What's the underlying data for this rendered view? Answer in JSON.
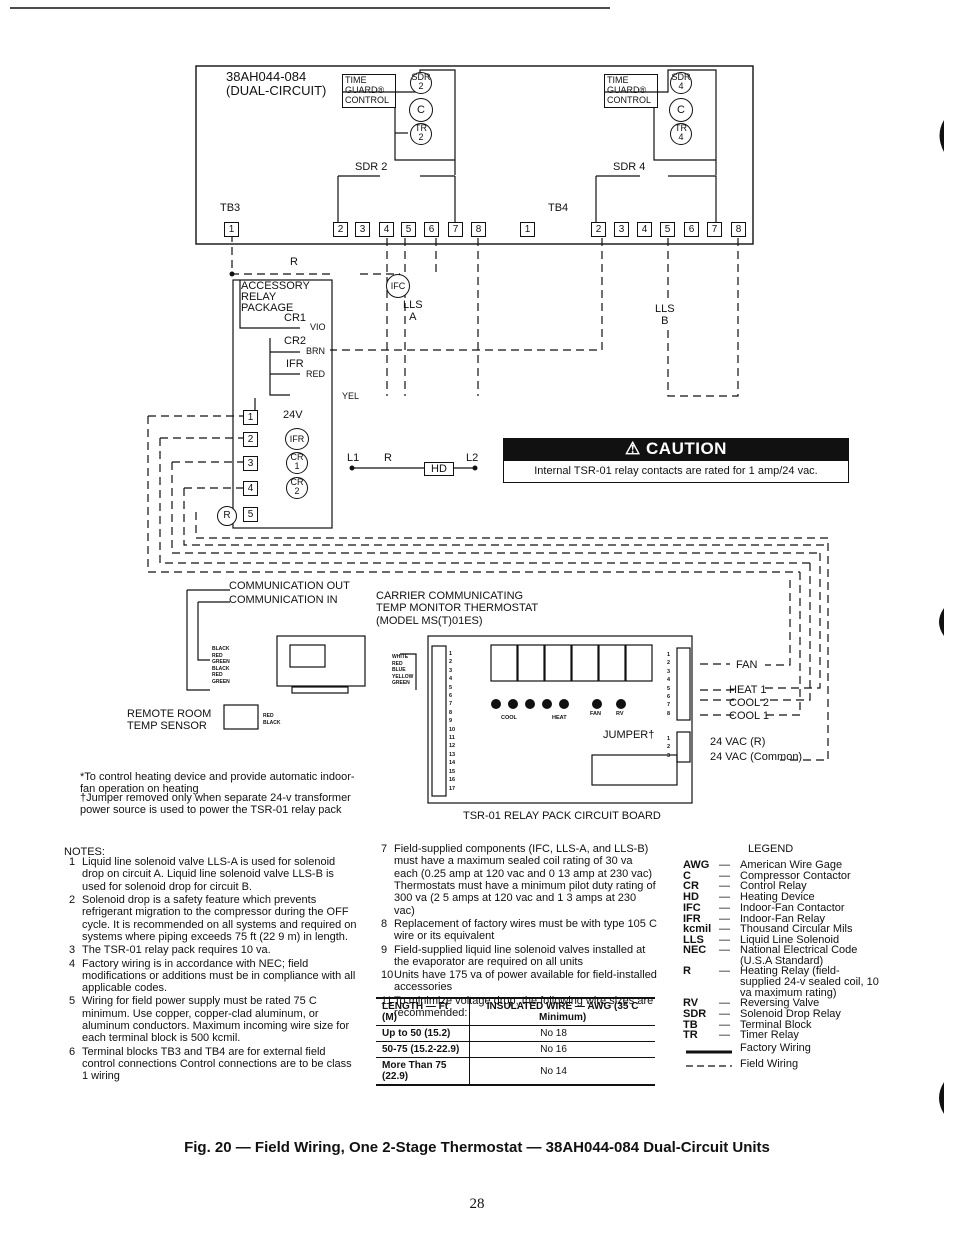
{
  "unit": {
    "model": "38AH044-084",
    "type": "(DUAL-CIRCUIT)"
  },
  "circuit_a": {
    "guard": [
      "TIME",
      "GUARD®",
      "CONTROL"
    ],
    "sdr": "SDR",
    "sdr_num": "2",
    "c": "C",
    "tr": "TR",
    "tr_num": "2",
    "sdr_label": "SDR 2",
    "tb": "TB3"
  },
  "circuit_b": {
    "guard": [
      "TIME",
      "GUARD®",
      "CONTROL"
    ],
    "sdr": "SDR",
    "sdr_num": "4",
    "c": "C",
    "tr": "TR",
    "tr_num": "4",
    "sdr_label": "SDR 4",
    "tb": "TB4"
  },
  "terminals": [
    "1",
    "2",
    "3",
    "4",
    "5",
    "6",
    "7",
    "8"
  ],
  "relay_package": {
    "title": [
      "ACCESSORY",
      "RELAY",
      "PACKAGE"
    ],
    "r": "R",
    "cr1": "CR1",
    "vio": "VIO",
    "cr2": "CR2",
    "brn": "BRN",
    "ifr": "IFR",
    "red": "RED",
    "yel": "YEL",
    "v24": "24V",
    "coils": [
      "IFR",
      "CR",
      "CR"
    ],
    "coil_nums": [
      "",
      "1",
      "2"
    ],
    "r_coil": "R",
    "tb_nums": [
      "1",
      "2",
      "3",
      "4",
      "5"
    ]
  },
  "ifc": "IFC",
  "lls_a": [
    "LLS",
    "A"
  ],
  "lls_b": [
    "LLS",
    "B"
  ],
  "heater": {
    "l1": "L1",
    "r": "R",
    "l2": "L2",
    "hd": "HD"
  },
  "caution": {
    "title": "⚠ CAUTION",
    "text": "Internal TSR-01 relay contacts are rated for 1 amp/24 vac."
  },
  "comm": {
    "out": "COMMUNICATION OUT",
    "in": "COMMUNICATION IN"
  },
  "thermostat": {
    "lines": [
      "CARRIER COMMUNICATING",
      "TEMP MONITOR THERMOSTAT",
      "(MODEL MS(T)01ES)"
    ]
  },
  "left_wires": [
    "BLACK",
    "RED",
    "GREEN",
    "BLACK",
    "RED",
    "GREEN"
  ],
  "mid_wires": [
    "WHITE",
    "RED",
    "BLUE",
    "YELLOW",
    "GREEN"
  ],
  "sensor": {
    "lines": [
      "REMOTE ROOM",
      "TEMP SENSOR"
    ],
    "wires": [
      "RED",
      "BLACK"
    ]
  },
  "relay_board": {
    "caption": "TSR-01 RELAY PACK CIRCUIT BOARD",
    "pins": [
      "1",
      "2",
      "3",
      "4",
      "5",
      "6",
      "7",
      "8",
      "9",
      "10",
      "11",
      "12",
      "13",
      "14",
      "15",
      "16",
      "17"
    ],
    "leds": [
      "COOL",
      "HEAT",
      "FAN",
      "RV"
    ],
    "jumper": "JUMPER†",
    "right_pins": [
      "1",
      "2",
      "3",
      "4",
      "5",
      "6",
      "7",
      "8"
    ],
    "power_pins": [
      "1",
      "2",
      "3"
    ]
  },
  "outputs": [
    "FAN",
    "HEAT 1",
    "COOL 2",
    "COOL 1",
    "24 VAC (R)",
    "24 VAC (Common)"
  ],
  "footnotes": [
    "*To control heating device and provide automatic indoor-fan operation on heating",
    "†Jumper removed only when separate 24-v transformer power source is used to power the TSR-01 relay pack"
  ],
  "notes_title": "NOTES:",
  "notes": [
    {
      "n": "1",
      "text": "Liquid line solenoid valve LLS-A is used for solenoid drop on circuit A. Liquid line solenoid valve LLS-B is used for solenoid drop for circuit B."
    },
    {
      "n": "2",
      "text": "Solenoid drop is a safety feature which prevents refrigerant migration to the compressor during the OFF cycle. It is recommended on all systems and required on systems where piping exceeds 75 ft (22 9 m) in length."
    },
    {
      "n": "3",
      "text": "The TSR-01 relay pack requires 10 va."
    },
    {
      "n": "4",
      "text": "Factory wiring is in accordance with NEC; field modifications or additions must be in compliance with all applicable codes."
    },
    {
      "n": "5",
      "text": "Wiring for field power supply must be rated 75 C minimum. Use copper, copper-clad aluminum, or aluminum conductors. Maximum incoming wire size for each terminal block is 500 kcmil."
    },
    {
      "n": "6",
      "text": "Terminal blocks TB3 and TB4 are for external field control connections Control connections are to be class 1 wiring"
    }
  ],
  "notes2": [
    {
      "n": "7",
      "text": "Field-supplied components (IFC, LLS-A, and LLS-B) must have a maximum sealed coil rating of 30 va each (0.25 amp at 120 vac and 0 13 amp at 230 vac) Thermostats must have a minimum pilot duty rating of 300 va (2 5 amps at 120 vac and 1 3 amps at 230 vac)"
    },
    {
      "n": "8",
      "text": "Replacement of factory wires must be with type 105 C wire or its equivalent"
    },
    {
      "n": "9",
      "text": "Field-supplied liquid line solenoid valves installed at the evaporator are required on all units"
    },
    {
      "n": "10",
      "text": "Units have 175 va of power available for field-installed accessories"
    },
    {
      "n": "11",
      "text": "To minimize voltage drop, the following wire sizes are recommended:"
    }
  ],
  "wire_table": {
    "headers": [
      "LENGTH — Ft (M)",
      "INSULATED WIRE — AWG (35 C Minimum)"
    ],
    "rows": [
      {
        "len": "Up to 50 (15.2)",
        "awg": "No 18"
      },
      {
        "len": "50-75 (15.2-22.9)",
        "awg": "No 16"
      },
      {
        "len": "More Than 75 (22.9)",
        "awg": "No 14"
      }
    ]
  },
  "legend": {
    "title": "LEGEND",
    "items": [
      {
        "k": "AWG",
        "v": "American Wire Gage"
      },
      {
        "k": "C",
        "v": "Compressor Contactor"
      },
      {
        "k": "CR",
        "v": "Control Relay"
      },
      {
        "k": "HD",
        "v": "Heating Device"
      },
      {
        "k": "IFC",
        "v": "Indoor-Fan Contactor"
      },
      {
        "k": "IFR",
        "v": "Indoor-Fan Relay"
      },
      {
        "k": "kcmil",
        "v": "Thousand Circular Mils"
      },
      {
        "k": "LLS",
        "v": "Liquid Line Solenoid"
      },
      {
        "k": "NEC",
        "v": "National Electrical Code (U.S.A Standard)"
      },
      {
        "k": "R",
        "v": "Heating Relay (field-supplied 24-v sealed coil, 10 va maximum rating)"
      },
      {
        "k": "RV",
        "v": "Reversing Valve"
      },
      {
        "k": "SDR",
        "v": "Solenoid Drop Relay"
      },
      {
        "k": "TB",
        "v": "Terminal Block"
      },
      {
        "k": "TR",
        "v": "Timer Relay"
      }
    ],
    "factory": "Factory Wiring",
    "field": "Field Wiring"
  },
  "caption": "Fig. 20 — Field Wiring, One 2-Stage Thermostat — 38AH044-084 Dual-Circuit Units",
  "page_number": "28"
}
